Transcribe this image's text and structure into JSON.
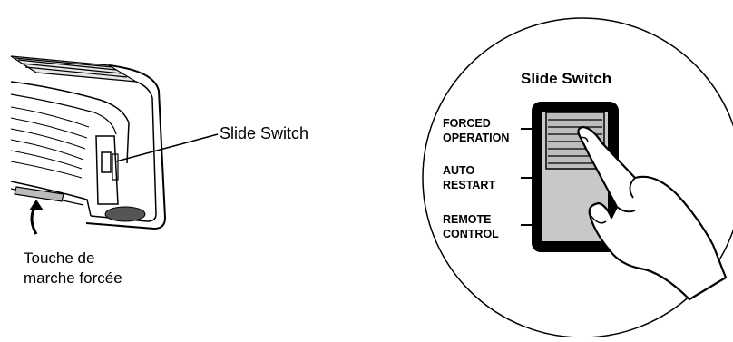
{
  "left_view": {
    "callout_label": "Slide Switch",
    "caption_lines": [
      "Touche de",
      "marche forcée"
    ]
  },
  "detail_view": {
    "title": "Slide Switch",
    "positions": [
      {
        "lines": [
          "FORCED",
          "OPERATION"
        ]
      },
      {
        "lines": [
          "AUTO",
          "RESTART"
        ]
      },
      {
        "lines": [
          "REMOTE",
          "CONTROL"
        ]
      }
    ]
  },
  "colors": {
    "line": "#000000",
    "switch_body": "#c8c8c8",
    "background": "#ffffff"
  },
  "icons": {
    "arrow": "curved-up-arrow-icon",
    "hand": "pointing-hand-icon"
  }
}
